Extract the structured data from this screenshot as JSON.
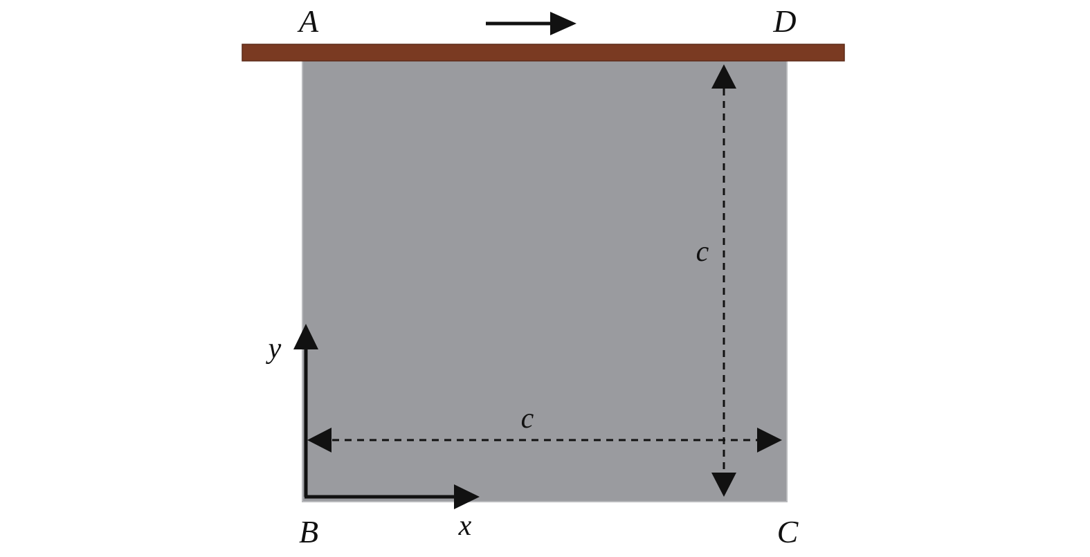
{
  "labels": {
    "corner_a": "A",
    "corner_b": "B",
    "corner_c": "C",
    "corner_d": "D",
    "axis_x": "x",
    "axis_y": "y",
    "dim_vertical": "c",
    "dim_horizontal": "c"
  },
  "colors": {
    "plate": "#7a3a22",
    "fluid_region": "#9a9b9f",
    "ink": "#111111",
    "background": "#ffffff"
  },
  "icons": {
    "motion_arrow": "arrow-right-icon",
    "x_axis": "arrow-right-icon",
    "y_axis": "arrow-up-icon"
  }
}
